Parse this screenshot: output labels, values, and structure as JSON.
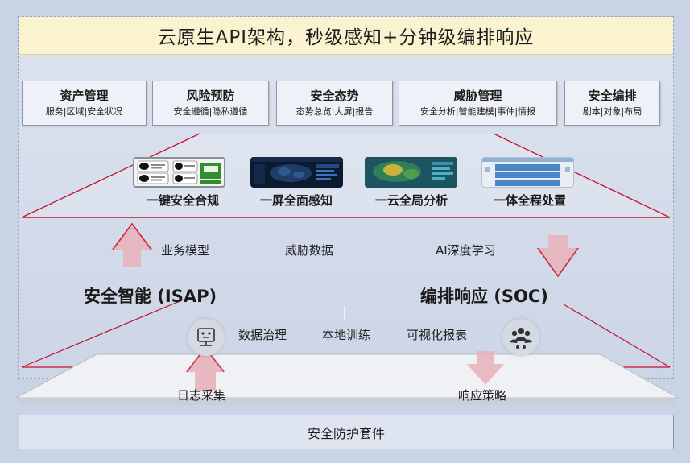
{
  "title": "云原生API架构，秒级感知+分钟级编排响应",
  "modules": [
    {
      "name": "资产管理",
      "sub": "服务|区域|安全状况"
    },
    {
      "name": "风险预防",
      "sub": "安全遵循|隐私遵循"
    },
    {
      "name": "安全态势",
      "sub": "态势总览|大屏|报告"
    },
    {
      "name": "威胁管理",
      "sub": "安全分析|智能建模|事件|情报"
    },
    {
      "name": "安全编排",
      "sub": "剧本|对象|布局"
    }
  ],
  "capabilities": [
    "一键安全合规",
    "一屏全面感知",
    "一云全局分析",
    "一体全程处置"
  ],
  "middle": {
    "business_model": "业务模型",
    "threat_data": "威胁数据",
    "ai_learning": "AI深度学习",
    "isap": "安全智能 (ISAP)",
    "soc": "编排响应 (SOC)",
    "data_governance": "数据治理",
    "local_training": "本地训练",
    "visual_report": "可视化报表",
    "log_collection": "日志采集",
    "response_policy": "响应策略"
  },
  "bottom": "安全防护套件",
  "colors": {
    "accent_red": "#c8102e",
    "title_bg": "#fbf3d0"
  }
}
